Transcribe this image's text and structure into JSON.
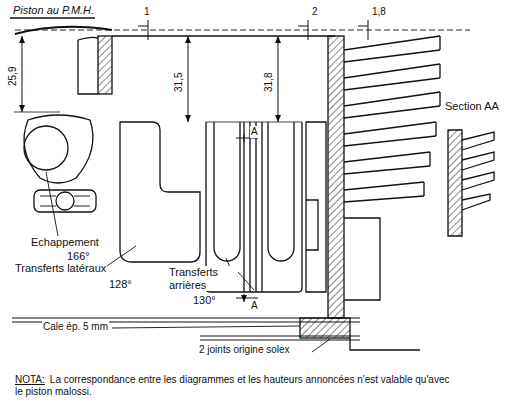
{
  "diagram": {
    "labels": [
      "Piston au P.M.H.",
      "1",
      "2",
      "1,8",
      "25,9",
      "31,5",
      "31,8",
      "Section AA",
      "A",
      "A",
      "Echappement",
      "166°",
      "Transferts latéraux",
      "128°",
      "Transferts arrières",
      "130°",
      "Cale ép. 5 mm",
      "2 joints origine solex",
      "NOTA:",
      "La correspondance entre les diagrammes et les hauteurs annoncées n'est valable qu'avec le piston malossi."
    ]
  }
}
